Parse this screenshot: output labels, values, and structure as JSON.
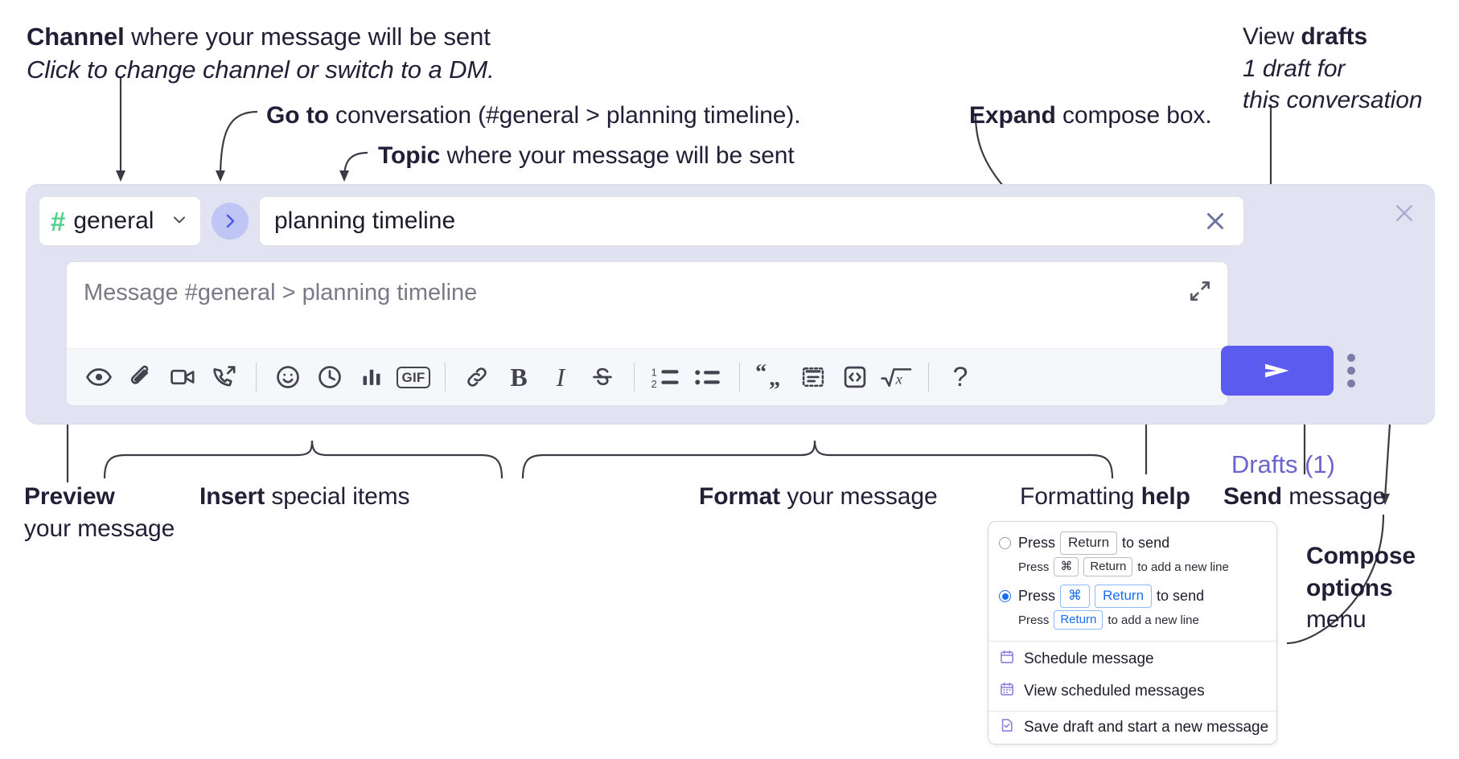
{
  "annotations": {
    "channel": {
      "bold": "Channel",
      "rest": " where your message will be sent",
      "italic": "Click to change channel or switch to a DM."
    },
    "goto": {
      "bold": "Go to",
      "rest": " conversation (#general > planning timeline)."
    },
    "topic": {
      "bold": "Topic",
      "rest": " where your message will be sent"
    },
    "expand": {
      "bold": "Expand",
      "rest": " compose box."
    },
    "drafts": {
      "plain": "View ",
      "bold": "drafts",
      "italic_line1": "1 draft for",
      "italic_line2": "this conversation"
    },
    "preview": {
      "bold": "Preview",
      "line2": "your message"
    },
    "insert": {
      "bold": "Insert",
      "rest": " special items"
    },
    "format": {
      "bold": "Format",
      "rest": " your message"
    },
    "help": {
      "plain": "Formatting ",
      "bold": "help"
    },
    "send": {
      "bold": "Send",
      "rest": " message"
    },
    "compose_options": {
      "line1": "Compose",
      "line2": "options",
      "line3": "menu"
    }
  },
  "compose": {
    "channel_name": "general",
    "hash_symbol": "#",
    "topic_value": "planning timeline",
    "message_placeholder": "Message #general > planning timeline",
    "drafts_label": "Drafts (1)",
    "toolbar_icons": [
      "eye-icon",
      "paperclip-icon",
      "video-camera-icon",
      "phone-forward-icon",
      "emoji-icon",
      "clock-icon",
      "bar-chart-icon",
      "gif-icon",
      "link-icon",
      "bold-icon",
      "italic-icon",
      "strikethrough-icon",
      "ordered-list-icon",
      "bulleted-list-icon",
      "blockquote-icon",
      "code-block-icon",
      "code-icon",
      "math-icon",
      "help-icon"
    ],
    "gif_label": "GIF",
    "bold_label": "B",
    "italic_label": "I",
    "help_label": "?"
  },
  "menu": {
    "option1": {
      "press": "Press",
      "key": "Return",
      "to_send": "to send",
      "sub_press": "Press",
      "sub_key1": "⌘",
      "sub_key2": "Return",
      "sub_tail": "to add a new line",
      "selected": false
    },
    "option2": {
      "press": "Press",
      "key1": "⌘",
      "key2": "Return",
      "to_send": "to send",
      "sub_press": "Press",
      "sub_key1": "Return",
      "sub_tail": "to add a new line",
      "selected": true
    },
    "items": [
      {
        "label": "Schedule message",
        "icon": "calendar-icon"
      },
      {
        "label": "View scheduled messages",
        "icon": "calendar-grid-icon"
      },
      {
        "label": "Save draft and start a new message",
        "icon": "document-check-icon"
      }
    ]
  },
  "colors": {
    "accent": "#5b5bf0",
    "drafts_text": "#6b63cf",
    "hash_green": "#4fd18b",
    "go_button_bg": "#bfc5f5",
    "panel_bg": "#e2e3f2",
    "radio_blue": "#1b6df5"
  }
}
